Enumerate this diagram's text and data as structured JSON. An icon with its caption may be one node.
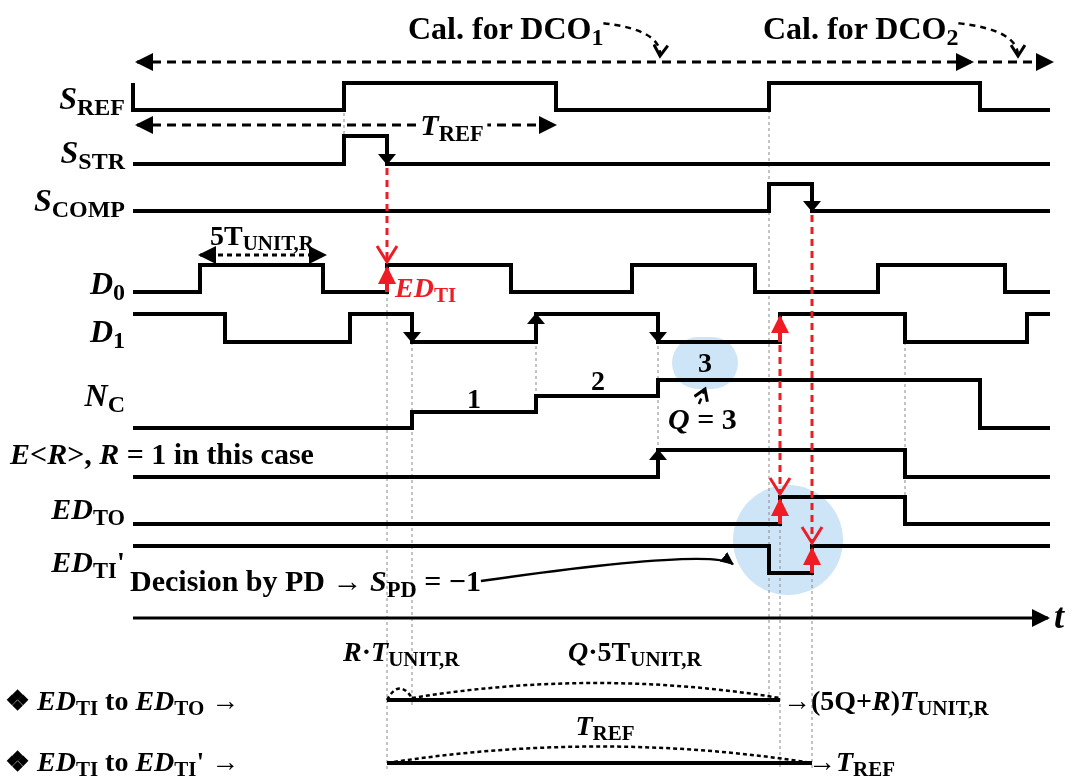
{
  "diagram": {
    "nodes": [
      {
        "text": [
          "Cal. for DCO$_{1}$"
        ]
      },
      {
        "text": [
          "Cal. for DCO$_{2}$"
        ]
      },
      {
        "text": [
          "3"
        ]
      },
      {
        "text": [
          "*Q* = 3"
        ]
      },
      {
        "text": [
          "Decision by PD → *S*$_{PD}$ = −1"
        ]
      },
      {
        "text": [],
        "shape": "circle"
      }
    ],
    "edges": [
      {
        "from": 0,
        "to": null,
        "arrow": "to",
        "style": "dashed"
      },
      {
        "from": 1,
        "to": null,
        "arrow": "to",
        "style": "dashed"
      },
      {
        "from": 3,
        "to": 2,
        "arrow": "to",
        "style": "dashed"
      },
      {
        "from": 4,
        "to": 5,
        "arrow": "to"
      }
    ],
    "labels": [
      "*S*$_{REF}$",
      "*T*$_{REF}$",
      "*S*$_{STR}$",
      "*S*$_{COMP}$",
      "5T$_{UNIT,R}$",
      "*D*$_{0}$",
      "*ED*$_{TI}$",
      "*D*$_{1}$",
      "*N*$_{C}$",
      "1",
      "2",
      "*E*<*R*>, *R* = 1 in this case",
      "*ED*$_{TO}$",
      "*ED*$_{TI}$'",
      "*t*",
      "❖ *ED*$_{TI}$ to *ED*$_{TO}$ →",
      "*R*·*T*$_{UNIT,R}$",
      "*Q*·5T$_{UNIT,R}$",
      "→(5Q+*R*)*T*$_{UNIT,R}$",
      "❖ *ED*$_{TI}$ to *ED*$_{TI}$' →",
      "*T*$_{REF}$",
      "→*T*$_{REF}$"
    ]
  }
}
